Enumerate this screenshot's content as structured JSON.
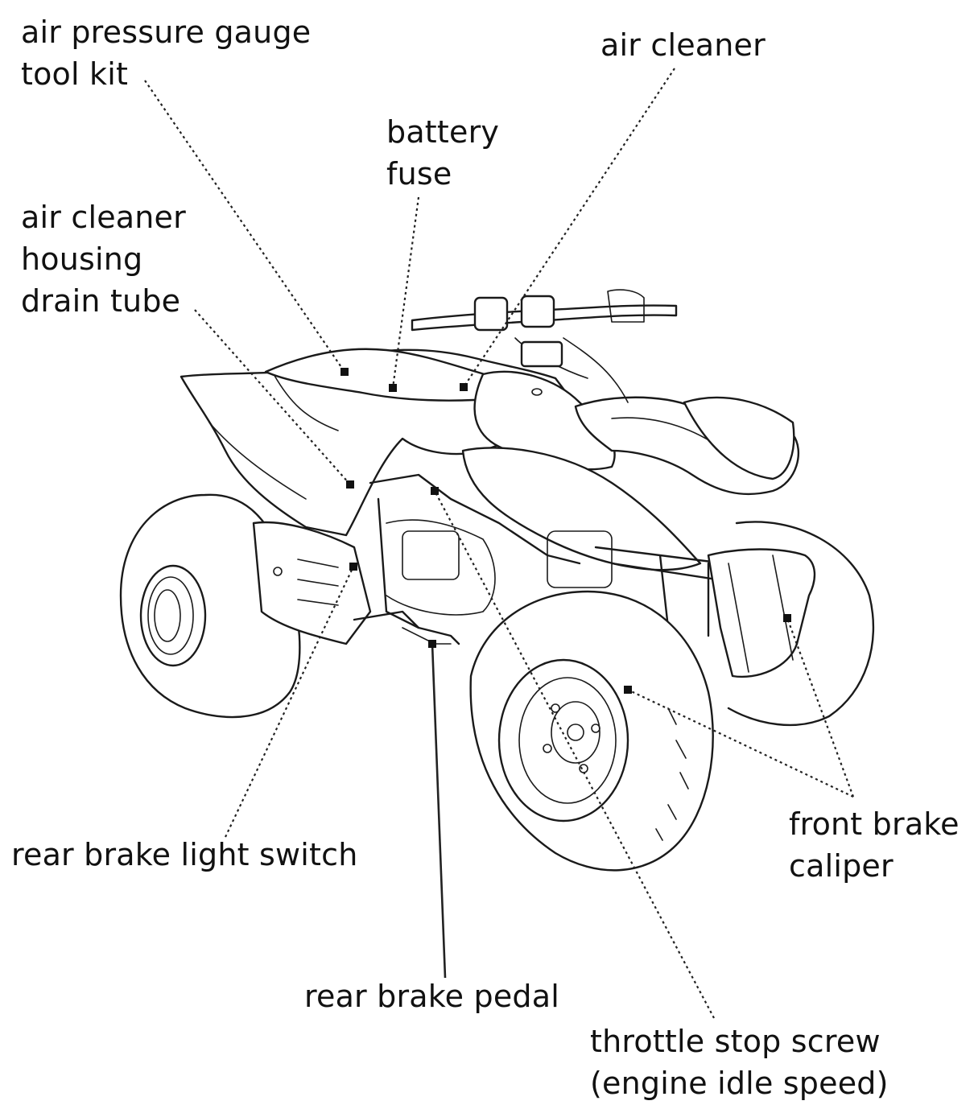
{
  "labels": {
    "air_pressure_gauge": "air pressure gauge",
    "tool_kit": "tool kit",
    "air_cleaner": "air cleaner",
    "battery": "battery",
    "fuse": "fuse",
    "air_cleaner_housing_drain_tube": [
      "air cleaner",
      "housing",
      "drain tube"
    ],
    "rear_brake_light_switch": "rear brake light switch",
    "front_brake_caliper": [
      "front brake",
      "caliper"
    ],
    "rear_brake_pedal": "rear brake pedal",
    "throttle_stop_screw": [
      "throttle stop screw",
      "(engine idle speed)"
    ]
  }
}
